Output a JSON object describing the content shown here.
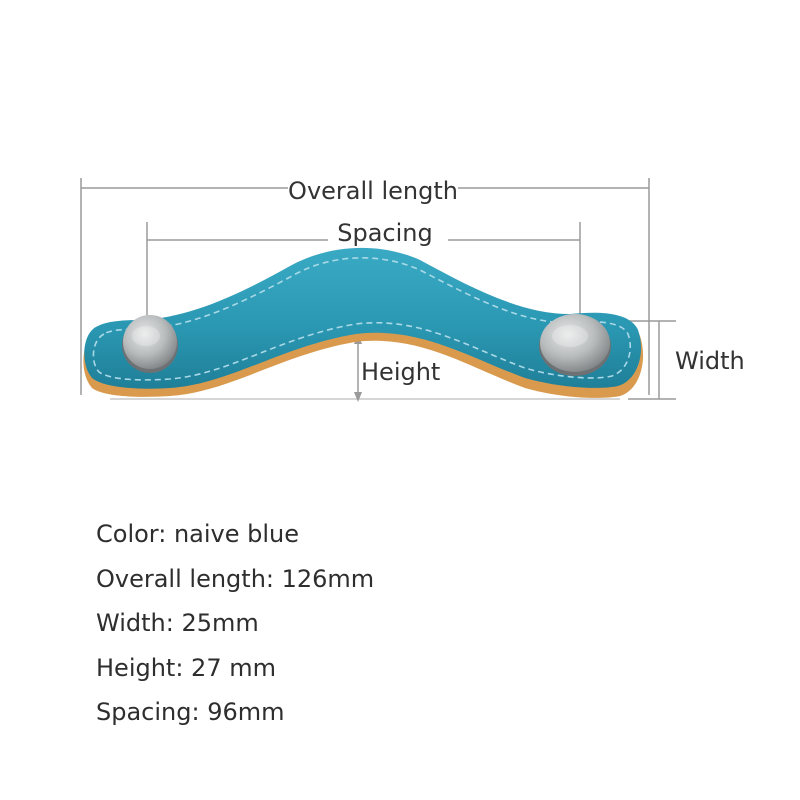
{
  "dimension_labels": {
    "overall_length": "Overall length",
    "spacing": "Spacing",
    "height": "Height",
    "width": "Width"
  },
  "specs": [
    "Color: naive blue",
    "Overall length: 126mm",
    "Width: 25mm",
    "Height: 27 mm",
    "Spacing: 96mm"
  ],
  "colors": {
    "leather": "#2b98b3",
    "leather_edge": "#d99a4e",
    "screw": "#b9bcbd",
    "dimension_line": "#9a9a9a"
  }
}
